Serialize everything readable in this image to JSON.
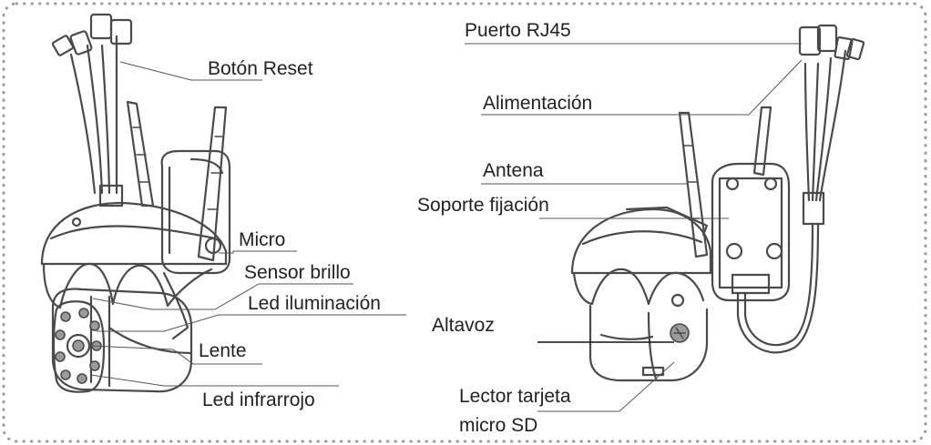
{
  "labels": {
    "reset_button": "Botón Reset",
    "microphone": "Micro",
    "brightness_sensor": "Sensor brillo",
    "lighting_led": "Led iluminación",
    "lens": "Lente",
    "infrared_led": "Led infrarrojo",
    "rj45_port": "Puerto RJ45",
    "power": "Alimentación",
    "antenna": "Antena",
    "mount_bracket": "Soporte fijación",
    "speaker": "Altavoz",
    "sd_reader_line1": "Lector tarjeta",
    "sd_reader_line2": "micro SD"
  },
  "colors": {
    "border_dots": "#9a9a9a",
    "drawing_stroke": "#4a4a4a",
    "label_text": "#222222"
  }
}
